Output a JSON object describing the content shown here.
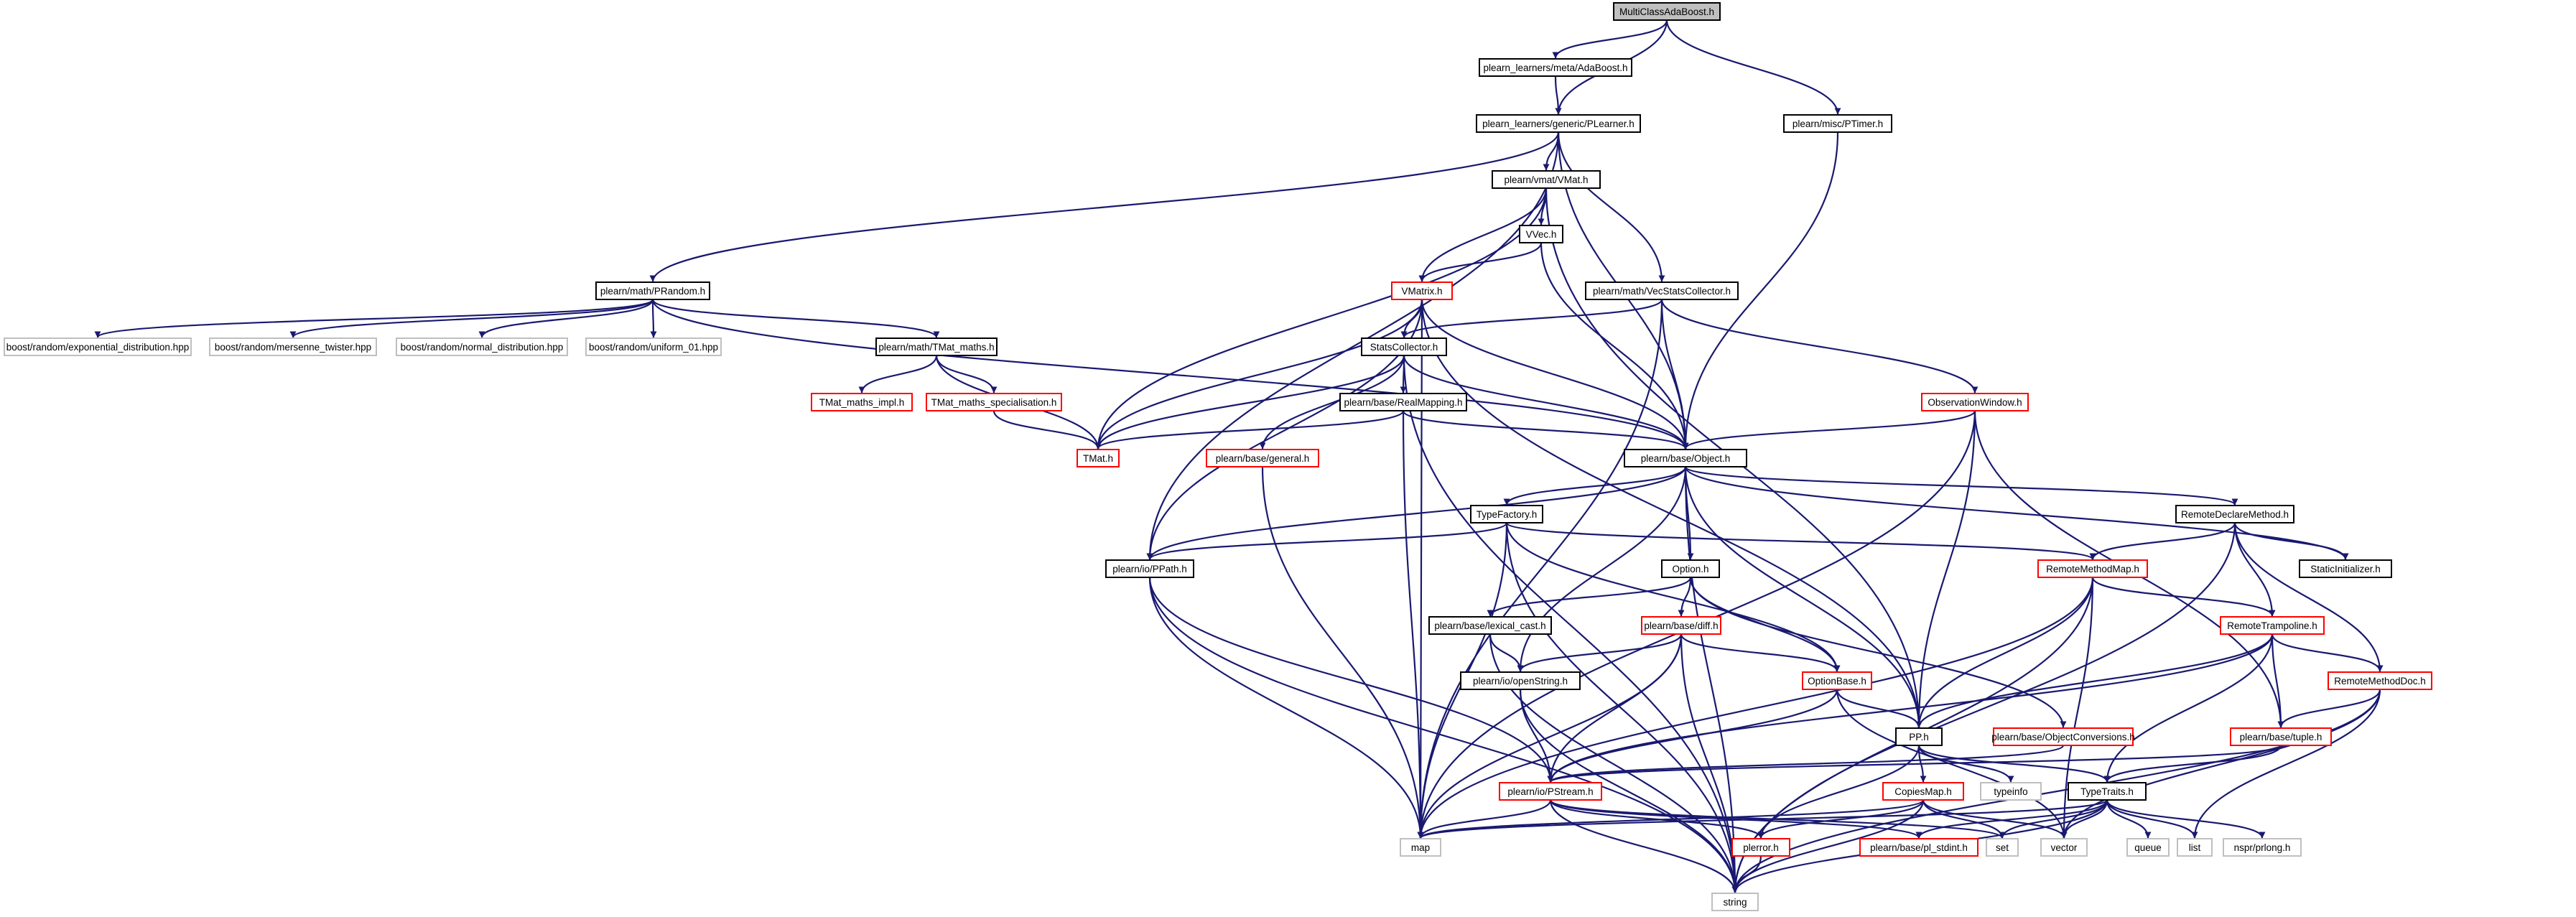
{
  "title": "MultiClassAdaBoost.h",
  "nodes": [
    {
      "id": "root",
      "label": "MultiClassAdaBoost.h",
      "kind": "root"
    },
    {
      "id": "ada",
      "label": "plearn_learners/meta/AdaBoost.h",
      "kind": "normal"
    },
    {
      "id": "plr",
      "label": "plearn_learners/generic/PLearner.h",
      "kind": "normal"
    },
    {
      "id": "ptm",
      "label": "plearn/misc/PTimer.h",
      "kind": "normal"
    },
    {
      "id": "vmat",
      "label": "plearn/vmat/VMat.h",
      "kind": "normal"
    },
    {
      "id": "vvec",
      "label": "VVec.h",
      "kind": "normal"
    },
    {
      "id": "prand",
      "label": "plearn/math/PRandom.h",
      "kind": "normal"
    },
    {
      "id": "vmtx",
      "label": "VMatrix.h",
      "kind": "trunc"
    },
    {
      "id": "vsc",
      "label": "plearn/math/VecStatsCollector.h",
      "kind": "normal"
    },
    {
      "id": "bexp",
      "label": "boost/random/exponential_distribution.hpp",
      "kind": "external"
    },
    {
      "id": "bmt",
      "label": "boost/random/mersenne_twister.hpp",
      "kind": "external"
    },
    {
      "id": "bnd",
      "label": "boost/random/normal_distribution.hpp",
      "kind": "external"
    },
    {
      "id": "buni",
      "label": "boost/random/uniform_01.hpp",
      "kind": "external"
    },
    {
      "id": "tmm",
      "label": "plearn/math/TMat_maths.h",
      "kind": "normal"
    },
    {
      "id": "sc",
      "label": "StatsCollector.h",
      "kind": "normal"
    },
    {
      "id": "tmi",
      "label": "TMat_maths_impl.h",
      "kind": "trunc"
    },
    {
      "id": "tms",
      "label": "TMat_maths_specialisation.h",
      "kind": "trunc"
    },
    {
      "id": "rmap",
      "label": "plearn/base/RealMapping.h",
      "kind": "normal"
    },
    {
      "id": "ow",
      "label": "ObservationWindow.h",
      "kind": "trunc"
    },
    {
      "id": "tmat",
      "label": "TMat.h",
      "kind": "trunc"
    },
    {
      "id": "gen",
      "label": "plearn/base/general.h",
      "kind": "trunc"
    },
    {
      "id": "obj",
      "label": "plearn/base/Object.h",
      "kind": "normal"
    },
    {
      "id": "tf",
      "label": "TypeFactory.h",
      "kind": "normal"
    },
    {
      "id": "rdm",
      "label": "RemoteDeclareMethod.h",
      "kind": "normal"
    },
    {
      "id": "ppath",
      "label": "plearn/io/PPath.h",
      "kind": "normal"
    },
    {
      "id": "opt",
      "label": "Option.h",
      "kind": "normal"
    },
    {
      "id": "rmm",
      "label": "RemoteMethodMap.h",
      "kind": "trunc"
    },
    {
      "id": "sinit",
      "label": "StaticInitializer.h",
      "kind": "normal"
    },
    {
      "id": "lc",
      "label": "plearn/base/lexical_cast.h",
      "kind": "normal"
    },
    {
      "id": "diff",
      "label": "plearn/base/diff.h",
      "kind": "trunc"
    },
    {
      "id": "rtr",
      "label": "RemoteTrampoline.h",
      "kind": "trunc"
    },
    {
      "id": "ostr",
      "label": "plearn/io/openString.h",
      "kind": "normal"
    },
    {
      "id": "optb",
      "label": "OptionBase.h",
      "kind": "trunc"
    },
    {
      "id": "rmd",
      "label": "RemoteMethodDoc.h",
      "kind": "trunc"
    },
    {
      "id": "pp",
      "label": "PP.h",
      "kind": "normal"
    },
    {
      "id": "oconv",
      "label": "plearn/base/ObjectConversions.h",
      "kind": "trunc"
    },
    {
      "id": "tup",
      "label": "plearn/base/tuple.h",
      "kind": "trunc"
    },
    {
      "id": "typeinfo",
      "label": "typeinfo",
      "kind": "external"
    },
    {
      "id": "tt",
      "label": "TypeTraits.h",
      "kind": "normal"
    },
    {
      "id": "pstr",
      "label": "plearn/io/PStream.h",
      "kind": "trunc"
    },
    {
      "id": "cmap",
      "label": "CopiesMap.h",
      "kind": "trunc"
    },
    {
      "id": "map",
      "label": "map",
      "kind": "external"
    },
    {
      "id": "plerr",
      "label": "plerror.h",
      "kind": "trunc"
    },
    {
      "id": "std",
      "label": "plearn/base/pl_stdint.h",
      "kind": "trunc"
    },
    {
      "id": "set",
      "label": "set",
      "kind": "external"
    },
    {
      "id": "vector",
      "label": "vector",
      "kind": "external"
    },
    {
      "id": "queue",
      "label": "queue",
      "kind": "external"
    },
    {
      "id": "list",
      "label": "list",
      "kind": "external"
    },
    {
      "id": "nspr",
      "label": "nspr/prlong.h",
      "kind": "external"
    },
    {
      "id": "string",
      "label": "string",
      "kind": "external"
    }
  ],
  "edges": [
    [
      "root",
      "ada"
    ],
    [
      "root",
      "plr"
    ],
    [
      "root",
      "ptm"
    ],
    [
      "ada",
      "plr"
    ],
    [
      "plr",
      "prand"
    ],
    [
      "plr",
      "vmat"
    ],
    [
      "plr",
      "vsc"
    ],
    [
      "plr",
      "ppath"
    ],
    [
      "plr",
      "obj"
    ],
    [
      "ptm",
      "obj"
    ],
    [
      "vmat",
      "vvec"
    ],
    [
      "vmat",
      "vmtx"
    ],
    [
      "vmat",
      "tmat"
    ],
    [
      "vmat",
      "pp"
    ],
    [
      "vvec",
      "vmtx"
    ],
    [
      "vvec",
      "obj"
    ],
    [
      "prand",
      "bexp"
    ],
    [
      "prand",
      "bmt"
    ],
    [
      "prand",
      "bnd"
    ],
    [
      "prand",
      "buni"
    ],
    [
      "prand",
      "tmm"
    ],
    [
      "prand",
      "obj"
    ],
    [
      "vmtx",
      "sc"
    ],
    [
      "vmtx",
      "tmat"
    ],
    [
      "vmtx",
      "ppath"
    ],
    [
      "vmtx",
      "obj"
    ],
    [
      "vmtx",
      "map"
    ],
    [
      "vmtx",
      "pp"
    ],
    [
      "vsc",
      "sc"
    ],
    [
      "vsc",
      "ow"
    ],
    [
      "vsc",
      "obj"
    ],
    [
      "vsc",
      "map"
    ],
    [
      "tmm",
      "tmi"
    ],
    [
      "tmm",
      "tms"
    ],
    [
      "tmm",
      "tmat"
    ],
    [
      "tms",
      "tmat"
    ],
    [
      "sc",
      "rmap"
    ],
    [
      "sc",
      "gen"
    ],
    [
      "sc",
      "tmat"
    ],
    [
      "sc",
      "obj"
    ],
    [
      "sc",
      "string"
    ],
    [
      "rmap",
      "tmat"
    ],
    [
      "rmap",
      "obj"
    ],
    [
      "rmap",
      "map"
    ],
    [
      "ow",
      "obj"
    ],
    [
      "ow",
      "pp"
    ],
    [
      "ow",
      "map"
    ],
    [
      "ow",
      "tup"
    ],
    [
      "gen",
      "map"
    ],
    [
      "obj",
      "tf"
    ],
    [
      "obj",
      "rdm"
    ],
    [
      "obj",
      "ppath"
    ],
    [
      "obj",
      "opt"
    ],
    [
      "obj",
      "sinit"
    ],
    [
      "obj",
      "ostr"
    ],
    [
      "obj",
      "pp"
    ],
    [
      "obj",
      "string"
    ],
    [
      "tf",
      "ppath"
    ],
    [
      "tf",
      "rmm"
    ],
    [
      "tf",
      "map"
    ],
    [
      "tf",
      "string"
    ],
    [
      "tf",
      "optb"
    ],
    [
      "rdm",
      "rmm"
    ],
    [
      "rdm",
      "sinit"
    ],
    [
      "rdm",
      "rtr"
    ],
    [
      "rdm",
      "rmd"
    ],
    [
      "rdm",
      "string"
    ],
    [
      "ppath",
      "pstr"
    ],
    [
      "ppath",
      "map"
    ],
    [
      "ppath",
      "string"
    ],
    [
      "opt",
      "lc"
    ],
    [
      "opt",
      "diff"
    ],
    [
      "opt",
      "optb"
    ],
    [
      "opt",
      "oconv"
    ],
    [
      "rmm",
      "rtr"
    ],
    [
      "rmm",
      "pp"
    ],
    [
      "rmm",
      "map"
    ],
    [
      "rmm",
      "vector"
    ],
    [
      "rmm",
      "string"
    ],
    [
      "lc",
      "ostr"
    ],
    [
      "lc",
      "string"
    ],
    [
      "diff",
      "ostr"
    ],
    [
      "diff",
      "optb"
    ],
    [
      "diff",
      "pstr"
    ],
    [
      "diff",
      "map"
    ],
    [
      "diff",
      "string"
    ],
    [
      "rtr",
      "rmd"
    ],
    [
      "rtr",
      "tup"
    ],
    [
      "rtr",
      "pp"
    ],
    [
      "rtr",
      "tt"
    ],
    [
      "rtr",
      "pstr"
    ],
    [
      "ostr",
      "pstr"
    ],
    [
      "ostr",
      "string"
    ],
    [
      "optb",
      "pp"
    ],
    [
      "optb",
      "pstr"
    ],
    [
      "optb",
      "vector"
    ],
    [
      "rmd",
      "tup"
    ],
    [
      "rmd",
      "list"
    ],
    [
      "rmd",
      "vector"
    ],
    [
      "rmd",
      "string"
    ],
    [
      "pp",
      "cmap"
    ],
    [
      "pp",
      "typeinfo"
    ],
    [
      "pp",
      "tt"
    ],
    [
      "pp",
      "plerr"
    ],
    [
      "oconv",
      "pstr"
    ],
    [
      "tup",
      "tt"
    ],
    [
      "tup",
      "pstr"
    ],
    [
      "tt",
      "map"
    ],
    [
      "tt",
      "set"
    ],
    [
      "tt",
      "vector"
    ],
    [
      "tt",
      "queue"
    ],
    [
      "tt",
      "list"
    ],
    [
      "tt",
      "nspr"
    ],
    [
      "tt",
      "std"
    ],
    [
      "tt",
      "string"
    ],
    [
      "pstr",
      "map"
    ],
    [
      "pstr",
      "plerr"
    ],
    [
      "pstr",
      "std"
    ],
    [
      "pstr",
      "set"
    ],
    [
      "pstr",
      "string"
    ],
    [
      "cmap",
      "map"
    ],
    [
      "cmap",
      "plerr"
    ],
    [
      "cmap",
      "set"
    ],
    [
      "cmap",
      "vector"
    ],
    [
      "cmap",
      "string"
    ],
    [
      "plerr",
      "string"
    ]
  ]
}
